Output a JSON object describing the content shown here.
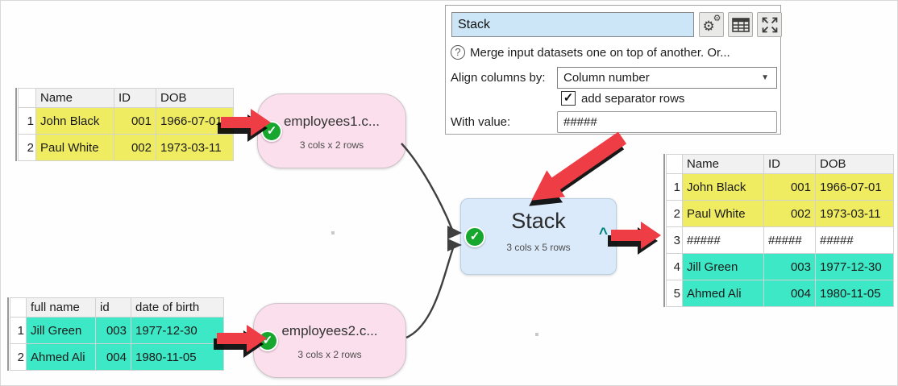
{
  "colors": {
    "yellow": "#f0ec62",
    "teal": "#3ce8c5",
    "white": "#ffffff",
    "accent_red": "#ee3d45",
    "node_pink": "#fbdfec",
    "node_blue": "#daeafa",
    "check_green": "#17a62e",
    "caret_teal": "#00807f",
    "connector_gray": "#3f3f3f"
  },
  "panel": {
    "name_value": "Stack",
    "help_icon": "?",
    "help_text": "Merge input datasets one on top of another. Or...",
    "align_label": "Align columns by:",
    "align_value": "Column number",
    "dropdown_arrow": "▼",
    "separator_checkbox_label": "add separator rows",
    "separator_checkmark": "✓",
    "with_value_label": "With value:",
    "with_value_text": "#####"
  },
  "nodes": {
    "input1": {
      "title": "employees1.c...",
      "subtitle": "3 cols x 2 rows",
      "status": "ok"
    },
    "input2": {
      "title": "employees2.c...",
      "subtitle": "3 cols x 2 rows",
      "status": "ok"
    },
    "stack": {
      "title": "Stack",
      "subtitle": "3 cols x 5 rows",
      "status": "ok",
      "collapse_glyph": "^"
    }
  },
  "badges": {
    "check_glyph": "✓"
  },
  "tables": {
    "input1": {
      "headers": [
        "Name",
        "ID",
        "DOB"
      ],
      "rows": [
        {
          "num": "1",
          "cells": [
            "John Black",
            "001",
            "1966-07-01"
          ],
          "color": "yellow"
        },
        {
          "num": "2",
          "cells": [
            "Paul White",
            "002",
            "1973-03-11"
          ],
          "color": "yellow"
        }
      ]
    },
    "input2": {
      "headers": [
        "full name",
        "id",
        "date of birth"
      ],
      "rows": [
        {
          "num": "1",
          "cells": [
            "Jill Green",
            "003",
            "1977-12-30"
          ],
          "color": "teal"
        },
        {
          "num": "2",
          "cells": [
            "Ahmed Ali",
            "004",
            "1980-11-05"
          ],
          "color": "teal"
        }
      ]
    },
    "output": {
      "headers": [
        "Name",
        "ID",
        "DOB"
      ],
      "rows": [
        {
          "num": "1",
          "cells": [
            "John Black",
            "001",
            "1966-07-01"
          ],
          "color": "yellow"
        },
        {
          "num": "2",
          "cells": [
            "Paul White",
            "002",
            "1973-03-11"
          ],
          "color": "yellow"
        },
        {
          "num": "3",
          "cells": [
            "#####",
            "#####",
            "#####"
          ],
          "color": "white"
        },
        {
          "num": "4",
          "cells": [
            "Jill Green",
            "003",
            "1977-12-30"
          ],
          "color": "teal"
        },
        {
          "num": "5",
          "cells": [
            "Ahmed Ali",
            "004",
            "1980-11-05"
          ],
          "color": "teal"
        }
      ]
    }
  }
}
